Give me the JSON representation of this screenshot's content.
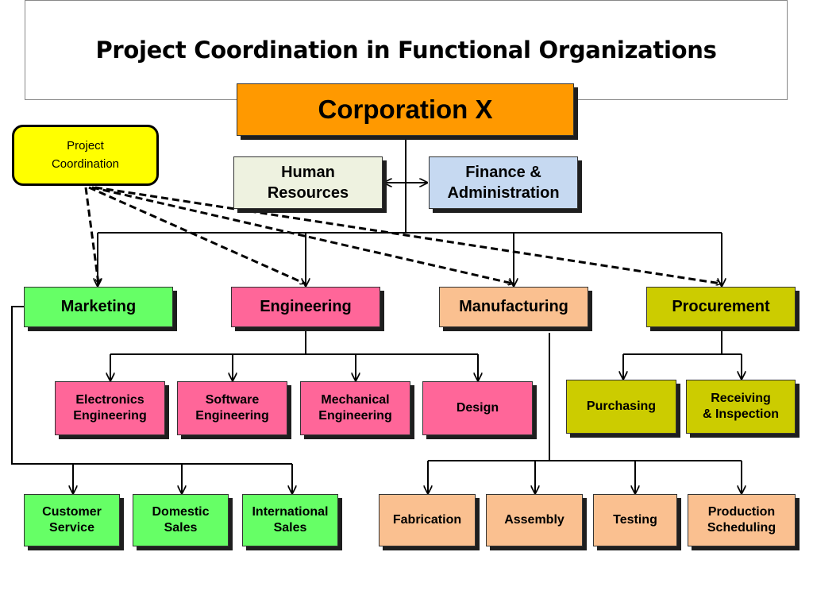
{
  "title": "Project Coordination in Functional Organizations",
  "colors": {
    "orange": "#ff9900",
    "yellow": "#ffff00",
    "hr": "#eef2e0",
    "finance": "#c6d9f1",
    "green": "#66ff66",
    "pink": "#ff6699",
    "peach": "#fac090",
    "olive": "#cccc00"
  },
  "nodes": {
    "corporation": "Corporation X",
    "project_coordination": "Project\nCoordination",
    "human_resources": "Human\nResources",
    "finance_admin": "Finance &\nAdministration",
    "marketing": "Marketing",
    "engineering": "Engineering",
    "manufacturing": "Manufacturing",
    "procurement": "Procurement",
    "electronics_eng": "Electronics\nEngineering",
    "software_eng": "Software\nEngineering",
    "mechanical_eng": "Mechanical\nEngineering",
    "design": "Design",
    "purchasing": "Purchasing",
    "receiving": "Receiving\n& Inspection",
    "customer_service": "Customer\nService",
    "domestic_sales": "Domestic\nSales",
    "international_sales": "International\nSales",
    "fabrication": "Fabrication",
    "assembly": "Assembly",
    "testing": "Testing",
    "production_scheduling": "Production\nScheduling"
  }
}
